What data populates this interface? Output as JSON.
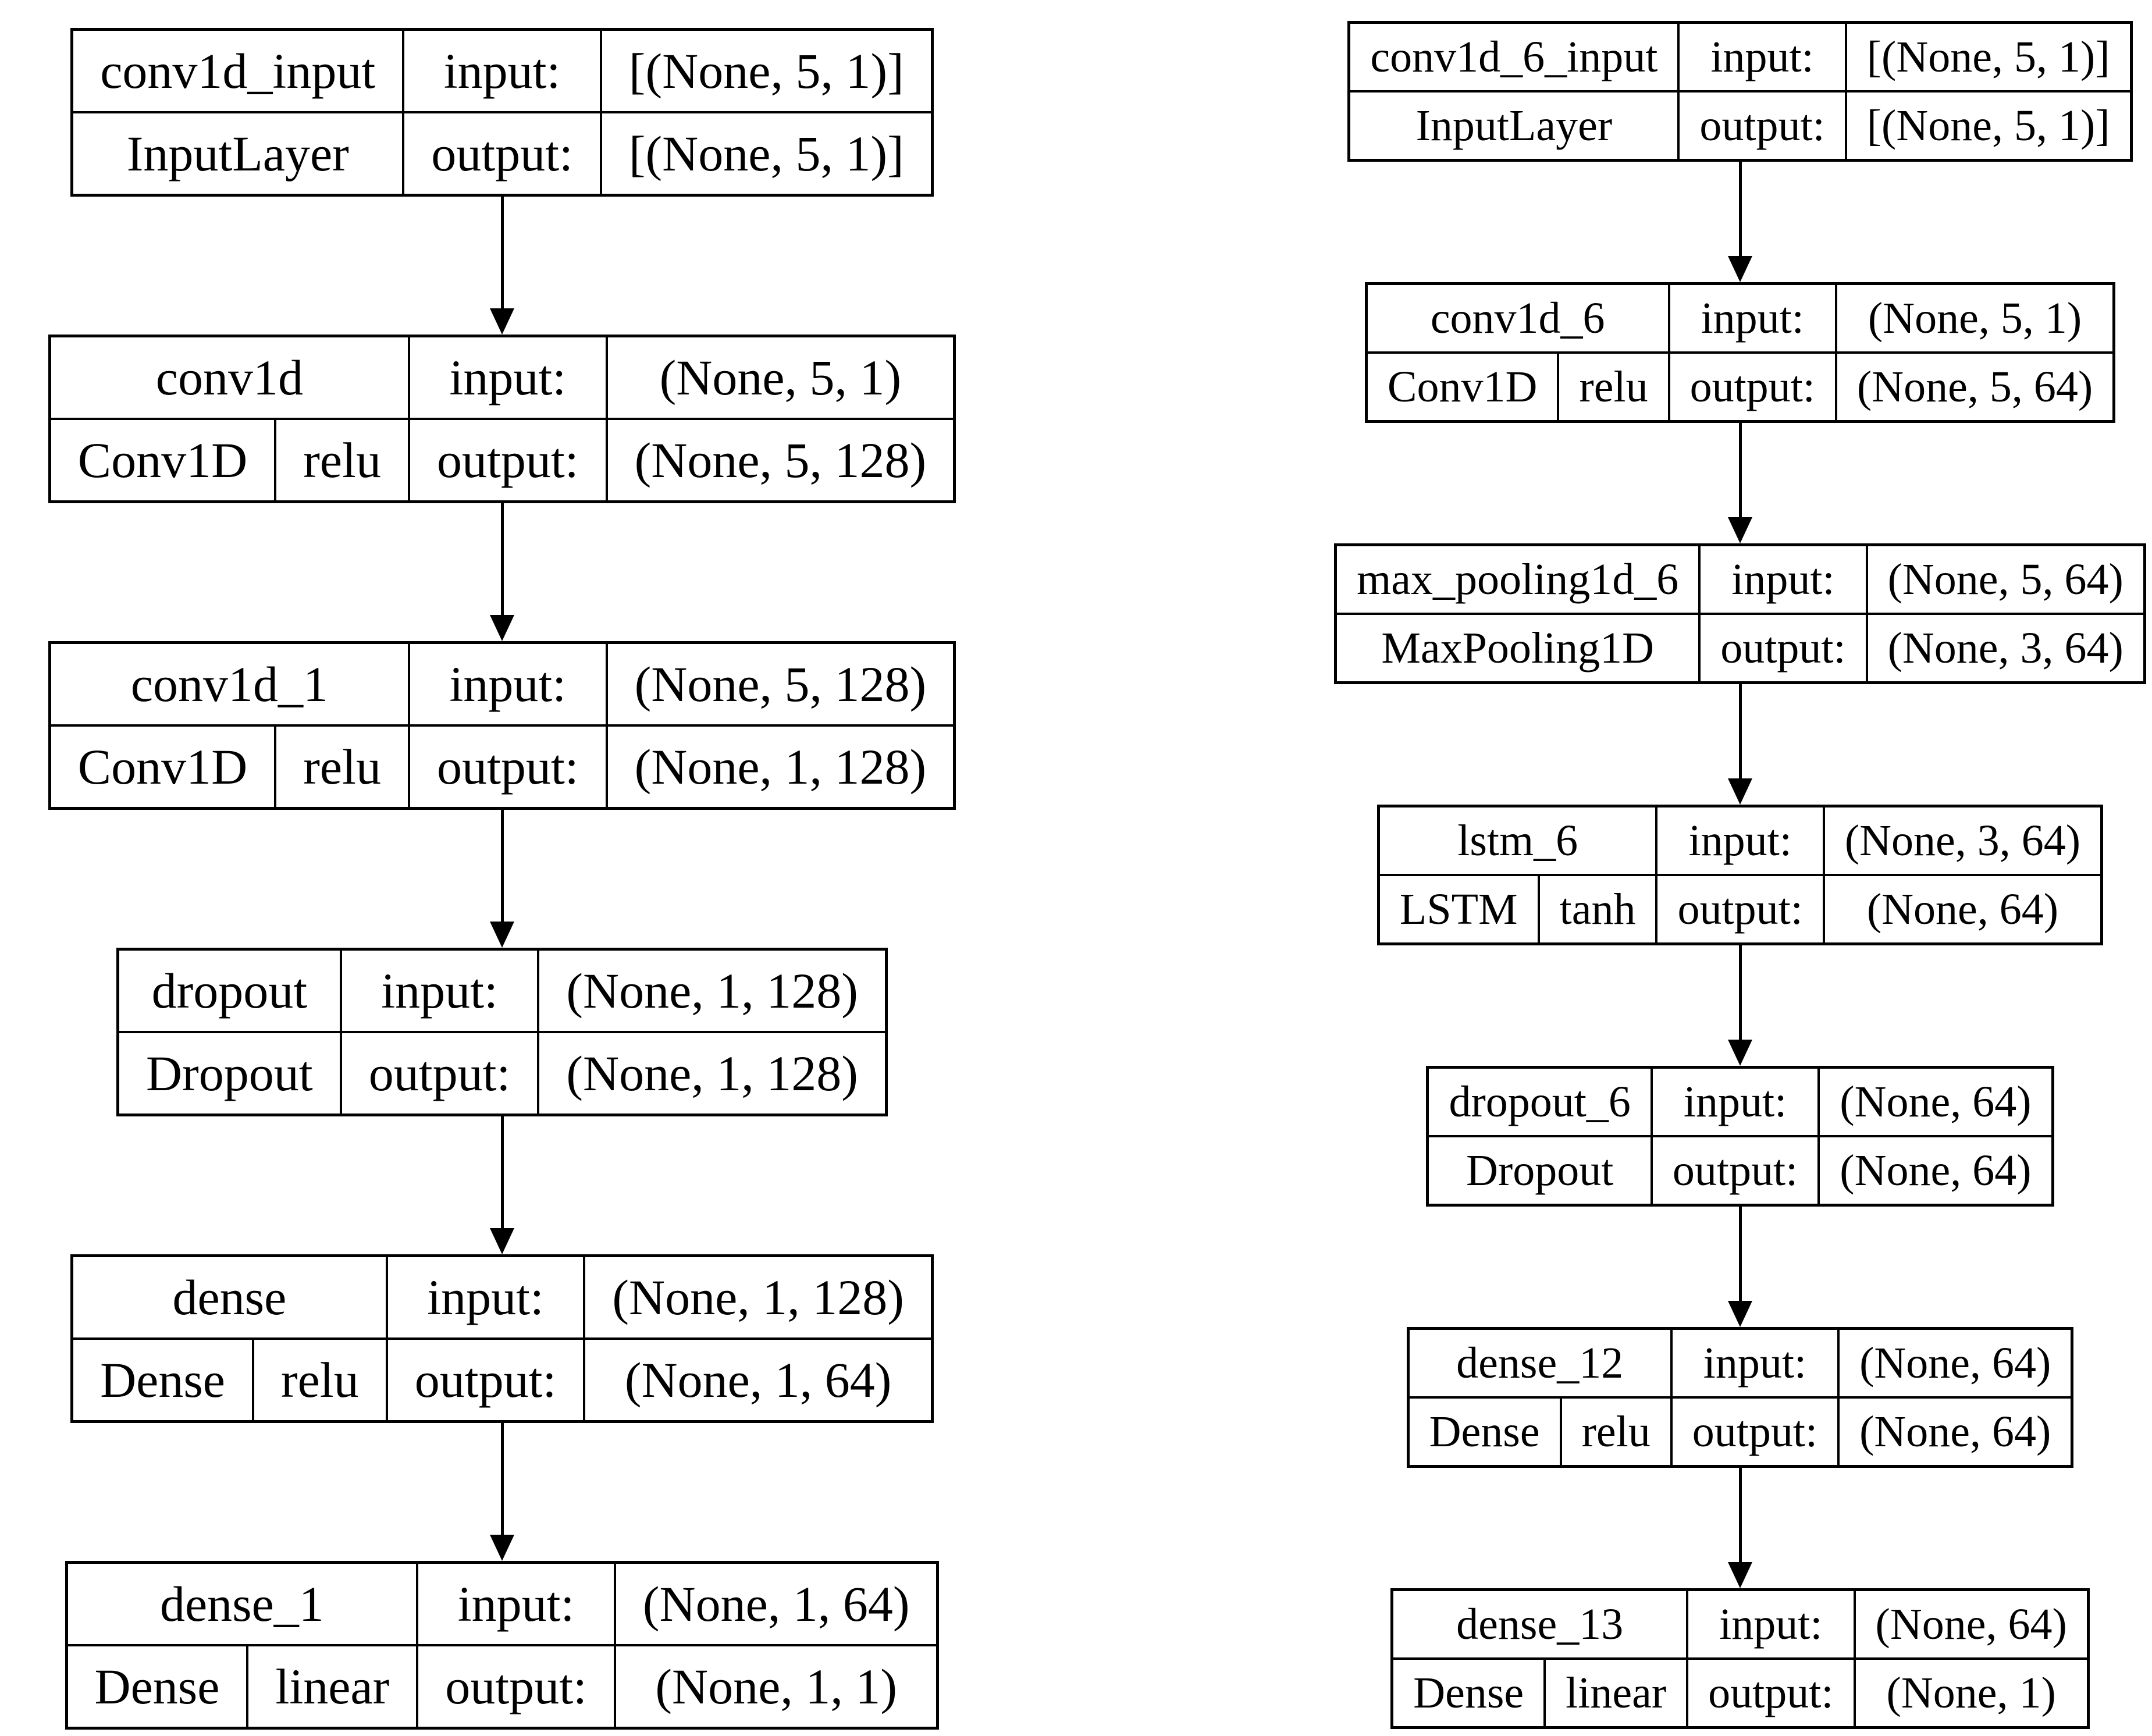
{
  "page": {
    "background_color": "#ffffff",
    "line_color": "#000000",
    "text_color": "#000000"
  },
  "io_labels": {
    "input": "input:",
    "output": "output:"
  },
  "diagrams": [
    {
      "id": "cnn-model",
      "nodes": [
        {
          "name": "conv1d_input",
          "type": "InputLayer",
          "activation": null,
          "input": "[(None, 5, 1)]",
          "output": "[(None, 5, 1)]"
        },
        {
          "name": "conv1d",
          "type": "Conv1D",
          "activation": "relu",
          "input": "(None, 5, 1)",
          "output": "(None, 5, 128)"
        },
        {
          "name": "conv1d_1",
          "type": "Conv1D",
          "activation": "relu",
          "input": "(None, 5, 128)",
          "output": "(None, 1, 128)"
        },
        {
          "name": "dropout",
          "type": "Dropout",
          "activation": null,
          "input": "(None, 1, 128)",
          "output": "(None, 1, 128)"
        },
        {
          "name": "dense",
          "type": "Dense",
          "activation": "relu",
          "input": "(None, 1, 128)",
          "output": "(None, 1, 64)"
        },
        {
          "name": "dense_1",
          "type": "Dense",
          "activation": "linear",
          "input": "(None, 1, 64)",
          "output": "(None, 1, 1)"
        }
      ]
    },
    {
      "id": "cnn-lstm-model",
      "nodes": [
        {
          "name": "conv1d_6_input",
          "type": "InputLayer",
          "activation": null,
          "input": "[(None, 5, 1)]",
          "output": "[(None, 5, 1)]"
        },
        {
          "name": "conv1d_6",
          "type": "Conv1D",
          "activation": "relu",
          "input": "(None, 5, 1)",
          "output": "(None, 5, 64)"
        },
        {
          "name": "max_pooling1d_6",
          "type": "MaxPooling1D",
          "activation": null,
          "input": "(None, 5, 64)",
          "output": "(None, 3, 64)"
        },
        {
          "name": "lstm_6",
          "type": "LSTM",
          "activation": "tanh",
          "input": "(None, 3, 64)",
          "output": "(None, 64)"
        },
        {
          "name": "dropout_6",
          "type": "Dropout",
          "activation": null,
          "input": "(None, 64)",
          "output": "(None, 64)"
        },
        {
          "name": "dense_12",
          "type": "Dense",
          "activation": "relu",
          "input": "(None, 64)",
          "output": "(None, 64)"
        },
        {
          "name": "dense_13",
          "type": "Dense",
          "activation": "linear",
          "input": "(None, 64)",
          "output": "(None, 1)"
        }
      ]
    }
  ]
}
